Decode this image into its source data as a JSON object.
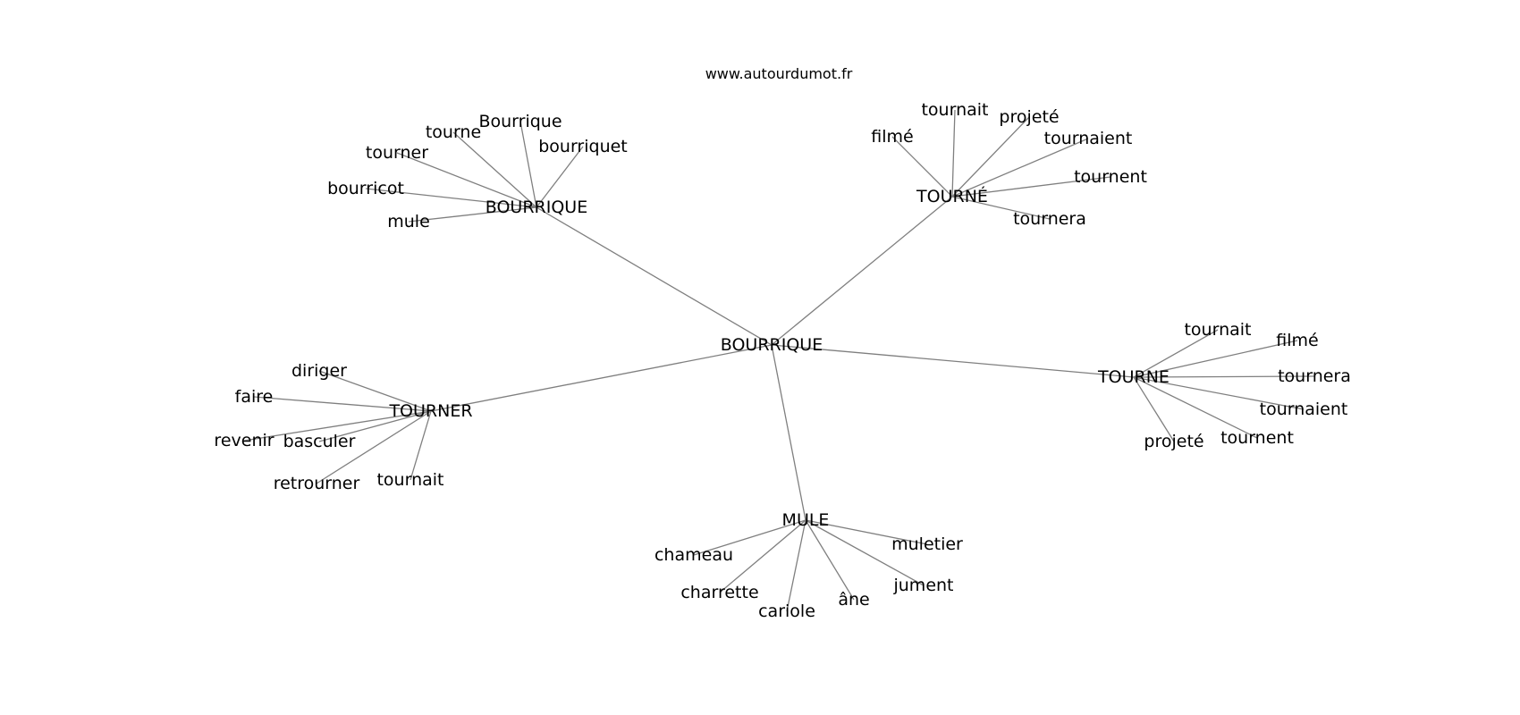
{
  "header": {
    "credit": "www.autourdumot.fr"
  },
  "graph": {
    "center": "BOURRIQUE",
    "clusters": [
      {
        "hub": "BOURRIQUE",
        "words": [
          "Bourrique",
          "tourne",
          "bourriquet",
          "tourner",
          "bourricot",
          "mule"
        ]
      },
      {
        "hub": "TOURNÉ",
        "words": [
          "tournait",
          "filmé",
          "projeté",
          "tournaient",
          "tournent",
          "tournera"
        ]
      },
      {
        "hub": "TOURNE",
        "words": [
          "tournait",
          "filmé",
          "tournera",
          "tournaient",
          "tournent",
          "projeté"
        ]
      },
      {
        "hub": "MULE",
        "words": [
          "chameau",
          "muletier",
          "charrette",
          "jument",
          "cariole",
          "âne"
        ]
      },
      {
        "hub": "TOURNER",
        "words": [
          "diriger",
          "faire",
          "revenir",
          "basculer",
          "retrourner",
          "tournait"
        ]
      }
    ]
  }
}
